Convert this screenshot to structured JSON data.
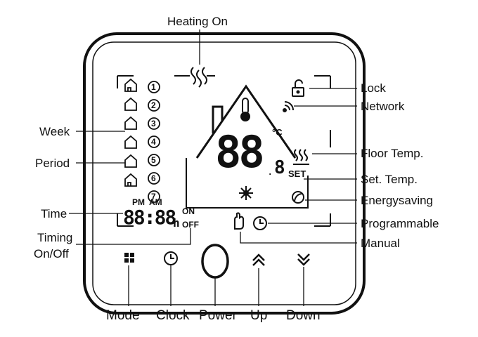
{
  "labels": {
    "heating_on": "Heating On",
    "lock": "Lock",
    "network": "Network",
    "week": "Week",
    "period": "Period",
    "floor_temp": "Floor Temp.",
    "set_temp": "Set. Temp.",
    "energysaving": "Energysaving",
    "time": "Time",
    "programmable": "Programmable",
    "timing_line1": "Timing",
    "timing_line2": "On/Off",
    "manual": "Manual",
    "mode": "Mode",
    "clock": "Clock",
    "power": "Power",
    "up": "Up",
    "down": "Down"
  },
  "display": {
    "temp_digits": "88",
    "temp_decimal": "8",
    "celsius": "°C",
    "set_tag": "SET",
    "pm": "PM",
    "am": "AM",
    "time_digits": "88:88",
    "hour_unit": "h",
    "on": "ON",
    "off": "OFF",
    "periods": [
      "1",
      "2",
      "3",
      "4",
      "5",
      "6",
      "7"
    ]
  }
}
